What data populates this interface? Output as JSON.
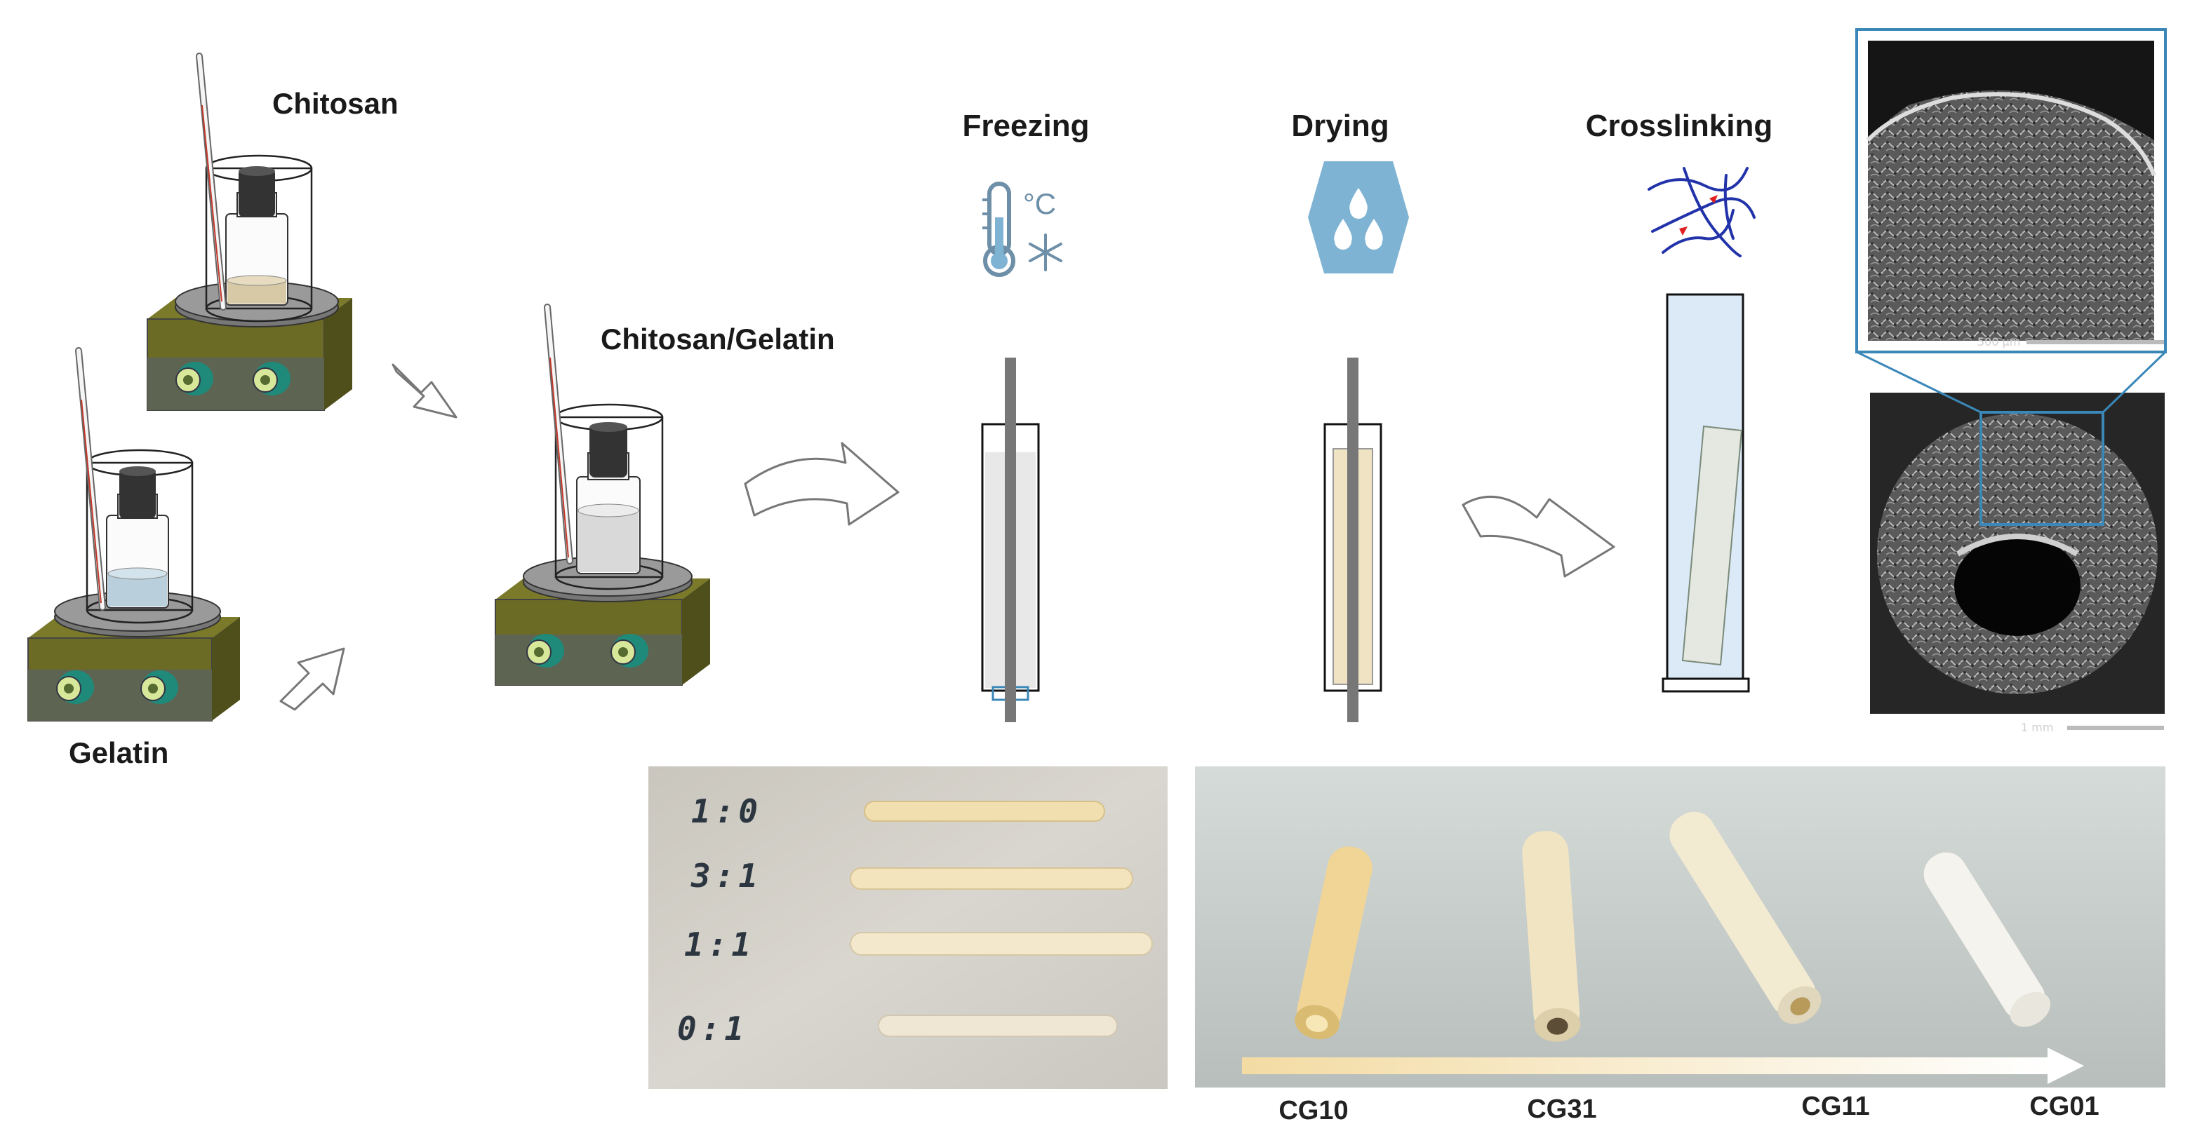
{
  "labels": {
    "chitosan": "Chitosan",
    "gelatin": "Gelatin",
    "mixture": "Chitosan/Gelatin",
    "freezing": "Freezing",
    "drying": "Drying",
    "crosslinking": "Crosslinking"
  },
  "freezing_icon_unit": "°C",
  "sem": {
    "scale_top": "500 µm",
    "scale_bottom": "1 mm"
  },
  "photo_left": {
    "ratios": [
      "1:0",
      "3:1",
      "1:1",
      "0:1"
    ]
  },
  "photo_right": {
    "samples": [
      "CG10",
      "CG31",
      "CG11",
      "CG01"
    ]
  },
  "colors": {
    "stirrer_top": "#808080",
    "stirrer_base": "#6b6b26",
    "knob": "#1f8a7a",
    "knob_face": "#d8e89a",
    "sem_frame": "#3a87b8",
    "icon_blue": "#7fb3d3",
    "crosslink_net": "#2233aa",
    "crosslink_node": "#e02020"
  }
}
